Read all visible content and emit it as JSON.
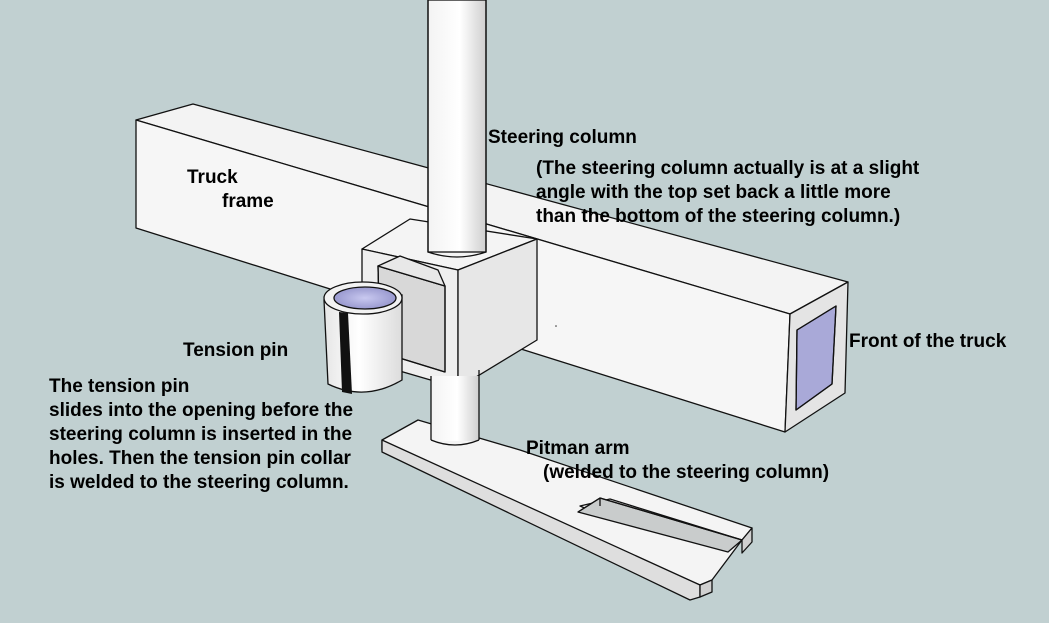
{
  "labels": {
    "steering_column": "Steering column",
    "steering_note_1": "(The steering column actually is at a slight",
    "steering_note_2": "angle with the top set back a little more",
    "steering_note_3": "than the bottom of the steering column.)",
    "truck": "Truck",
    "frame": "frame",
    "front_of_truck": "Front of the truck",
    "tension_pin": "Tension pin",
    "tension_note_1": "The tension pin",
    "tension_note_2": "slides into the opening before the",
    "tension_note_3": "steering column is inserted in the",
    "tension_note_4": "holes. Then the tension pin collar",
    "tension_note_5": "is welded to the steering column.",
    "pitman_arm": "Pitman arm",
    "pitman_note": "(welded to the steering column)"
  },
  "colors": {
    "background": "#c1d0d1",
    "part_face_light": "#f2f2f2",
    "part_face_shade": "#d9d9d9",
    "outline": "#111111",
    "opening_blue": "#a9a9d8"
  }
}
